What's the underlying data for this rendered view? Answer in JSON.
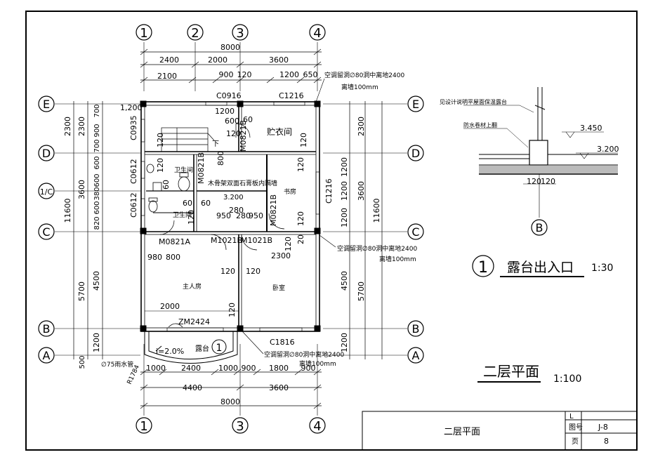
{
  "axes": {
    "top": [
      "1",
      "2",
      "3",
      "4"
    ],
    "bottom": [
      "1",
      "3",
      "4"
    ],
    "left": [
      "E",
      "D",
      "1/C",
      "C",
      "B",
      "A"
    ],
    "right": [
      "E",
      "D",
      "C",
      "B",
      "A"
    ]
  },
  "dims_top": {
    "total": "8000",
    "row1": [
      "2400",
      "2000",
      "3600"
    ],
    "row2": [
      "2100",
      "900",
      "120",
      "1200",
      "650"
    ]
  },
  "dims_bottom": {
    "row1": [
      "1000",
      "2400",
      "1000",
      "900",
      "1800",
      "900"
    ],
    "row2": [
      "4400",
      "3600"
    ],
    "total": "8000"
  },
  "dims_left": {
    "inner": [
      "2300",
      "900",
      "700",
      "600",
      "600",
      "700",
      "380",
      "600",
      "820",
      "4500",
      "1200",
      "500"
    ],
    "mid": [
      "2300",
      "3600",
      "4500",
      "1200"
    ],
    "outer": [
      "11600",
      "5700"
    ]
  },
  "dims_right": {
    "inner": [
      "2300",
      "1200",
      "1200",
      "1200",
      "4500",
      "1200"
    ],
    "mid": [
      "2300",
      "3600",
      "5700"
    ],
    "outer": [
      "11600"
    ]
  },
  "labels": {
    "window_c0916": "C0916",
    "window_c1216_top": "C1216",
    "window_c0935": "C0935",
    "window_c0612_a": "C0612",
    "window_c0612_b": "C0612",
    "window_c1216_right": "C1216",
    "window_c1816": "C1816",
    "door_m0821b_a": "M0821B",
    "door_m0821b_b": "M0821B",
    "door_m0821b_c": "M0821B",
    "door_m0821a": "M0821A",
    "door_m1021b_a": "M1021B",
    "door_m1021b_b": "M1021B",
    "door_zm2424": "ZM2424",
    "room_wardrobe": "贮衣间",
    "room_study": "书房",
    "room_bath1": "卫生间",
    "room_bath2": "卫生间",
    "room_master": "主人房",
    "room_bedroom": "卧室",
    "room_terrace": "露台",
    "partition_note": "木骨架双面石膏板内隔墙",
    "ac_note_top": "空调留洞∅80洞中离地2400",
    "ac_note_top2": "离墙100mm",
    "ac_note_mid": "空调留洞∅80洞中离地2400",
    "ac_note_mid2": "离墙100mm",
    "ac_note_bot": "空调留洞∅80洞中离地2400",
    "ac_note_bot2": "离墙100mm",
    "elev_3200": "3.200",
    "slope": "i=2.0%",
    "drain": "∅75雨水管",
    "radius": "R1784",
    "up_label": "下",
    "v1200": "1200",
    "v60a": "60",
    "v600a": "600",
    "v120a": "120",
    "v60b": "60",
    "v800a": "800",
    "v120b": "120",
    "v120c": "120",
    "v120d": "120",
    "v120e": "120",
    "v120f": "120",
    "v60c": "60",
    "v60d": "60",
    "v60e": "60",
    "v120g": "120",
    "v950a": "950",
    "v280a": "280",
    "v280b": "280",
    "v950b": "950",
    "v120h": "120",
    "v20": "20",
    "v2300": "2300",
    "v980": "980",
    "v800b": "800",
    "v120i": "120",
    "v120j": "120",
    "v2000": "2000",
    "v1200_side": "1,200"
  },
  "detail": {
    "note1": "见设计说明平屋面保温露台",
    "note2": "防水卷材上翻",
    "elev1": "3.450",
    "elev2": "3.200",
    "dim_a": "120",
    "dim_b": "120",
    "axis": "B",
    "title_num": "1",
    "title": "露台出入口",
    "scale": "1:30"
  },
  "plan_title": "二层平面",
  "plan_scale": "1:100",
  "terrace_ref": "1",
  "title_block": {
    "drawing_name": "二层平面",
    "lbl_l": "L",
    "lbl_drawing_no": "图号",
    "lbl_page": "页",
    "drawing_no": "J-8",
    "page": "8"
  }
}
